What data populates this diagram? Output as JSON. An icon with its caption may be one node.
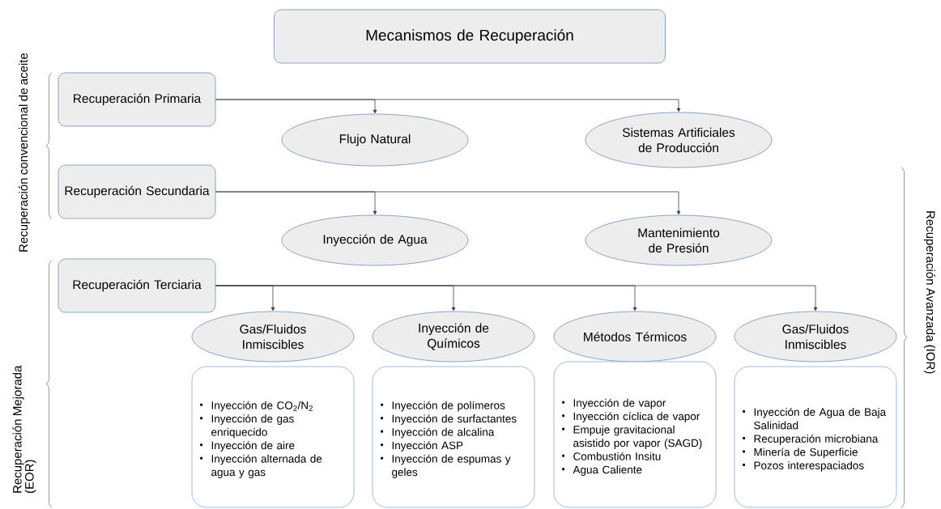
{
  "diagram": {
    "nodes": [
      {
        "text": [
          "Mecanismos de Recuperación"
        ]
      },
      {
        "text": [
          "Recuperación Primaria"
        ]
      },
      {
        "text": [
          "Flujo Natural"
        ]
      },
      {
        "text": [
          "Sistemas Artificiales de Producción"
        ]
      },
      {
        "text": [
          "Recuperación Secundaria"
        ]
      },
      {
        "text": [
          "Inyección de Agua"
        ]
      },
      {
        "text": [
          "Mantenimiento de Presión"
        ]
      },
      {
        "text": [
          "Recuperación Terciaria"
        ]
      },
      {
        "text": [
          "Gas/Fluidos Inmiscibles"
        ]
      },
      {
        "text": [
          "Inyección de Químicos"
        ]
      },
      {
        "text": [
          "Métodos Térmicos"
        ]
      },
      {
        "text": [
          "Gas/Fluidos Inmiscibles"
        ]
      },
      {
        "text": [
          "Inyección de CO$_{2}$/N$_{2}$",
          "Inyección de gas enriquecido",
          "Inyección de aire",
          "Inyección alternada de agua y gas"
        ]
      },
      {
        "text": [
          "Inyección de polímeros",
          "Inyección de surfactantes",
          "Inyección de alcalina",
          "Inyección ASP",
          "Inyección de espumas y geles"
        ]
      },
      {
        "text": [
          "Inyección de vapor",
          "Inyección cíclica de vapor",
          "Empuje gravitacional asistido por vapor (SAGD)",
          "Combustión Insitu",
          "Agua Caliente"
        ]
      },
      {
        "text": [
          "Inyección de Agua de Baja Salinidad",
          "Recuperación microbiana",
          "Minería de Superficie",
          "Pozos interespaciados"
        ]
      }
    ],
    "edges": [
      {
        "from": 1,
        "to": 2,
        "arrow": "to"
      },
      {
        "from": 1,
        "to": 3,
        "arrow": "to"
      },
      {
        "from": 4,
        "to": 5,
        "arrow": "to"
      },
      {
        "from": 4,
        "to": 6,
        "arrow": "to"
      },
      {
        "from": 7,
        "to": 8,
        "arrow": "to"
      },
      {
        "from": 7,
        "to": 9,
        "arrow": "to"
      },
      {
        "from": 7,
        "to": 10,
        "arrow": "to"
      },
      {
        "from": 7,
        "to": 11,
        "arrow": "to"
      }
    ],
    "labels": [
      "Recuperación convencional de aceite",
      "Recuperación Mejorada (EOR)",
      "Recuperación Avanzada (IOR)"
    ]
  }
}
